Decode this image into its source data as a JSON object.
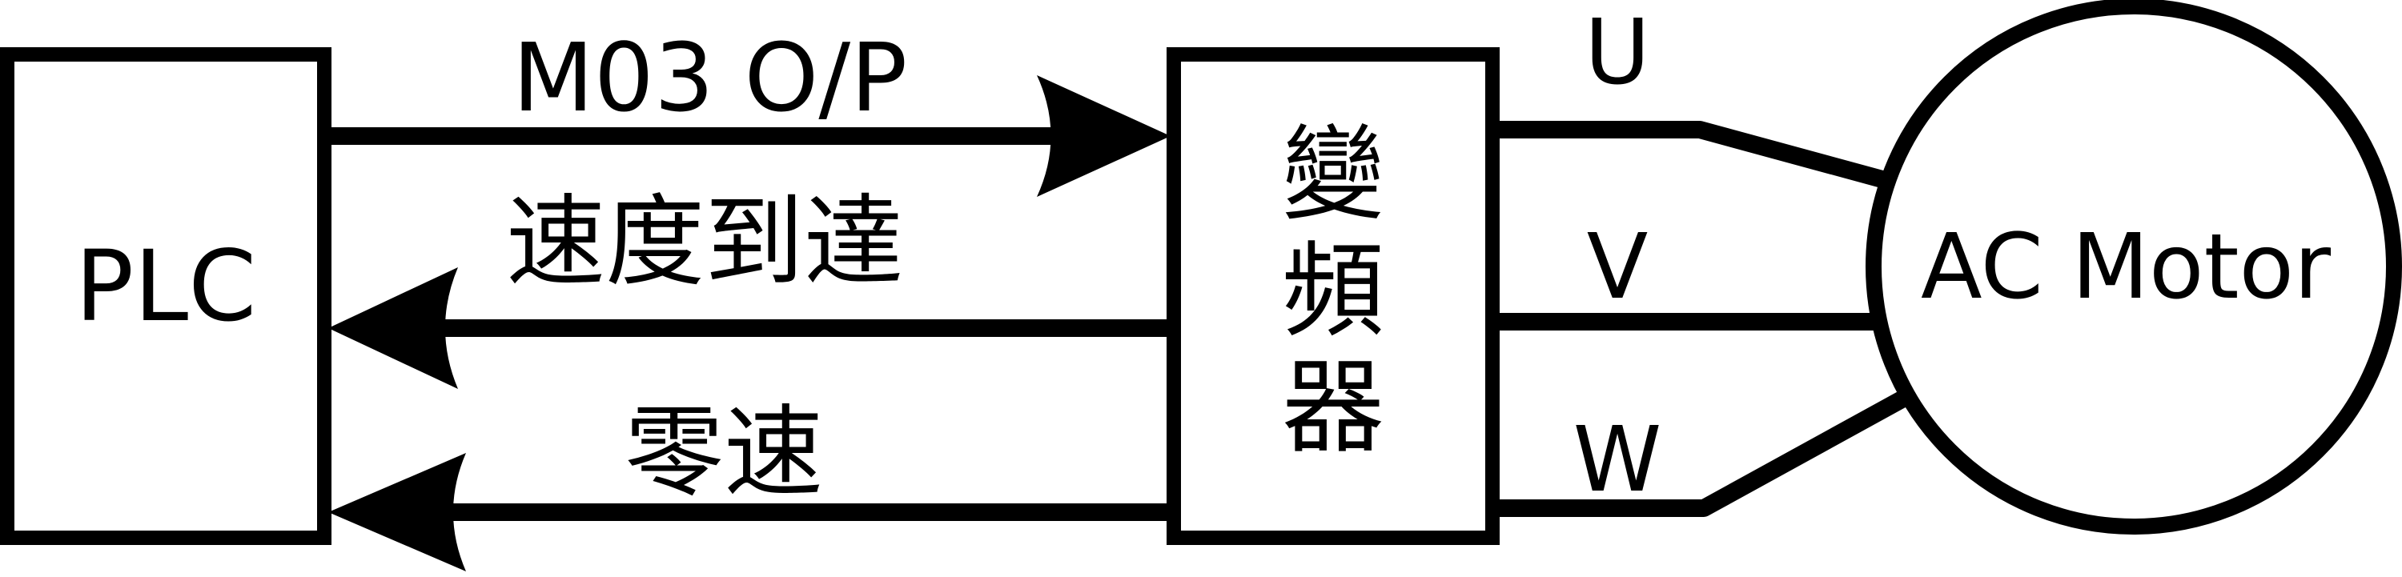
{
  "plc": {
    "label": "PLC"
  },
  "vfd": {
    "label_lines": [
      "變",
      "頻",
      "器"
    ]
  },
  "motor": {
    "label": "AC Motor"
  },
  "signals": {
    "output": "M03 O/P",
    "speed_reached": "速度到達",
    "zero_speed": "零速"
  },
  "phases": {
    "u": "U",
    "v": "V",
    "w": "W"
  }
}
